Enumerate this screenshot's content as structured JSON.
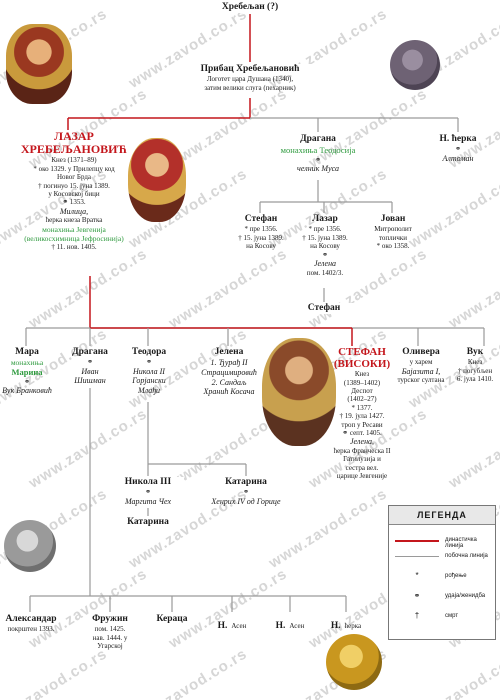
{
  "root": {
    "name": "Хребељан (?)"
  },
  "pribac": {
    "name": "Прибац Хребељановић",
    "line1": "Логотет цара Душана (1340),",
    "line2": "затим велики слуга (пехарник)"
  },
  "lazar": {
    "name_line1": "ЛАЗАР",
    "name_line2": "ХРЕБЕЉАНОВИЋ",
    "l1": "Кнез (1371–89)",
    "l2": "* око 1329. у Прилепцу код",
    "l3": "Новог Брда",
    "l4": "† погинуо 15. јуна 1389.",
    "l5": "у Косовској бици",
    "l6": "⚭ 1353.",
    "spouse": "Милица,",
    "spouse2": "ћерка кнеза Вратка",
    "nun": "монахиња Јевгенија",
    "schema": "(великосхимница Јефросинија)",
    "death": "† 11. нов. 1405."
  },
  "dragana_top": {
    "name": "Драгана",
    "nun": "монахиња Теодосија",
    "marr": "⚭",
    "husband": "челник Муса"
  },
  "nk_top": {
    "name": "Н. ћерка",
    "marr": "⚭",
    "husband": "Алтоман"
  },
  "stefan_s": {
    "name": "Стефан",
    "l1": "* пре 1356.",
    "l2": "† 15. јуна 1389.",
    "l3": "на Косову"
  },
  "lazar_s": {
    "name": "Лазар",
    "l1": "* пре 1356.",
    "l2": "† 15. јуна 1389.",
    "l3": "на Косову",
    "marr": "⚭",
    "wife": "Јелена",
    "wife2": "пом. 1402/3."
  },
  "jovan_s": {
    "name": "Јован",
    "l1": "Митрополит",
    "l2": "топлички",
    "l3": "* око 1358."
  },
  "stefan_gs": {
    "name": "Стефан"
  },
  "mara": {
    "name": "Мара",
    "nun": "монахиња",
    "nun2": "Марина",
    "marr": "⚭",
    "husband": "Вук Бранковић"
  },
  "dragana": {
    "name": "Драгана",
    "marr": "⚭",
    "husband1": "Иван",
    "husband2": "Шишман"
  },
  "teodora": {
    "name": "Теодора",
    "marr": "⚭",
    "h1": "Никола II",
    "h2": "Горјански",
    "h3": "Млађи"
  },
  "jelena": {
    "name": "Јелена",
    "h1": "1. Ђурађ II",
    "h2": "Страцимировић",
    "h3": "2. Сандаљ",
    "h4": "Хранић Косача"
  },
  "stefan_v": {
    "name1": "СТЕФАН",
    "name2": "(ВИСОКИ)",
    "l1": "Кнез",
    "l2": "(1389–1402)",
    "l3": "Деспот",
    "l4": "(1402–27)",
    "l5": "* 1377.",
    "l6": "† 19. јула 1427.",
    "l7": "троп у Ресави",
    "l8": "⚭ септ. 1405.",
    "w1": "Јелена,",
    "w2": "ћерка Франческа II",
    "w3": "Гатилузија и",
    "w4": "сестра вел.",
    "w5": "царице Јевгеније"
  },
  "olivera": {
    "name": "Оливера",
    "l1": "у харем",
    "h1": "Бајазита I,",
    "h2": "турског султана"
  },
  "vuk": {
    "name": "Вук",
    "l1": "Кнез",
    "l2": "† погубљен",
    "l3": "6. јула 1410."
  },
  "nikola3": {
    "name": "Никола III",
    "marr": "⚭",
    "wife": "Маргита Чех"
  },
  "katarina_in": {
    "name": "Катарина"
  },
  "katarina": {
    "name": "Катарина",
    "marr": "⚭",
    "husband": "Хенрих IV од Горице"
  },
  "aleksandar": {
    "name": "Александар",
    "l1": "покрштен 1393."
  },
  "fruzin": {
    "name": "Фружин",
    "l1": "пом. 1425.",
    "l2": "нав. 1444. у",
    "l3": "Угарској"
  },
  "keraca": {
    "name": "Кераца"
  },
  "n1": {
    "name": "Н.",
    "note": "Асен"
  },
  "n2": {
    "name": "Н.",
    "note": "Асен"
  },
  "n3": {
    "name": "Н.",
    "note": "ћерка"
  },
  "legend": {
    "title": "ЛЕГЕНДА",
    "dynasty": "династичка линија",
    "side": "побочна линија",
    "born": "рођење",
    "married": "удаја/женидба",
    "died": "смрт"
  },
  "watermark": "www.zavod.co.rs",
  "colors": {
    "dynasty_line": "#c4161c",
    "side_line": "#9a9a9a",
    "accent_green": "#2e9a3e"
  }
}
